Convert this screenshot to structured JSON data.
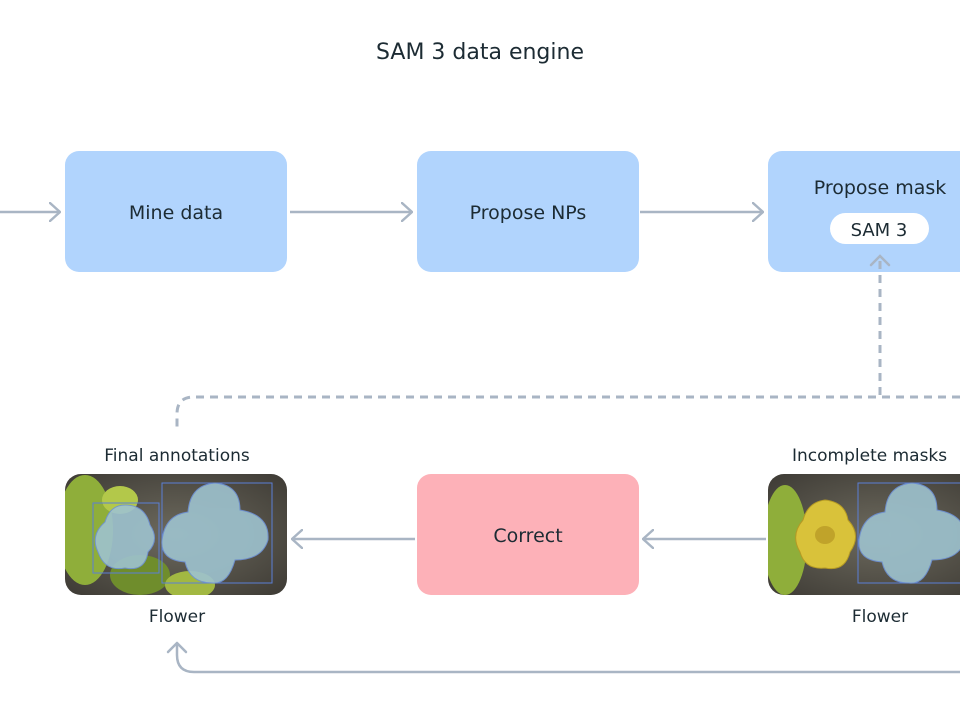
{
  "title": "SAM 3 data engine",
  "nodes": {
    "mine": "Mine data",
    "propose_nps": "Propose NPs",
    "propose_mask": "Propose mask",
    "sam3_badge": "SAM 3",
    "correct": "Correct"
  },
  "images": {
    "final": {
      "caption": "Final annotations",
      "label": "Flower"
    },
    "incomplete": {
      "caption": "Incomplete masks",
      "label": "Flower"
    }
  },
  "colors": {
    "box_blue": "#b1d4fd",
    "box_pink": "#fdb1b8",
    "arrow": "#a9b5c4",
    "text": "#1c2b33"
  }
}
